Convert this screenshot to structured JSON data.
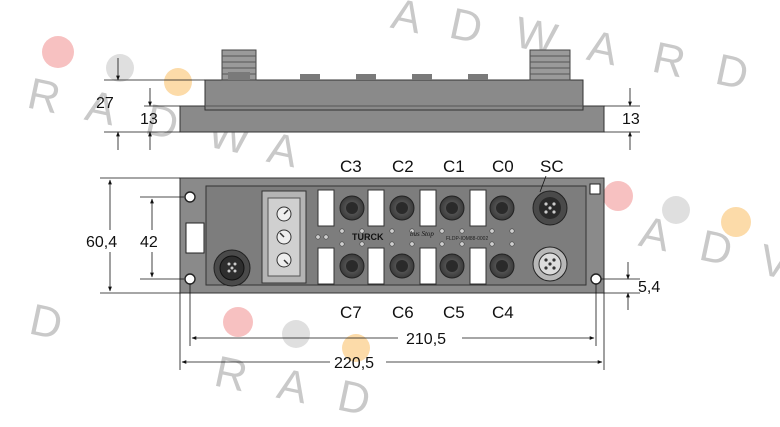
{
  "watermark": {
    "letters_top": [
      "A",
      "D",
      "W",
      "A",
      "R",
      "D"
    ],
    "letters_left": [
      "R",
      "A",
      "D",
      "W",
      "A"
    ],
    "letters_right": [
      "A",
      "D",
      "V"
    ],
    "letters_bottom": [
      "D",
      "R",
      "A",
      "D"
    ],
    "dot_colors": [
      "#f6b6b6",
      "#d9d9d9",
      "#fcd59a"
    ]
  },
  "device": {
    "logo": "TURCK",
    "script_logo": "bus Stop",
    "model": "FLDP-IOM88-0002",
    "body_color": "#8a8a8a",
    "dark_color": "#4a4a4a"
  },
  "connectors": {
    "top_row": [
      "C3",
      "C2",
      "C1",
      "C0",
      "SC"
    ],
    "bottom_row": [
      "C7",
      "C6",
      "C5",
      "C4"
    ]
  },
  "dimensions": {
    "side_height": "27",
    "side_base_left": "13",
    "side_base_right": "13",
    "front_height": "60,4",
    "front_hole_spacing": "42",
    "hole_offset": "5,4",
    "hole_pitch_width": "210,5",
    "total_width": "220,5"
  }
}
